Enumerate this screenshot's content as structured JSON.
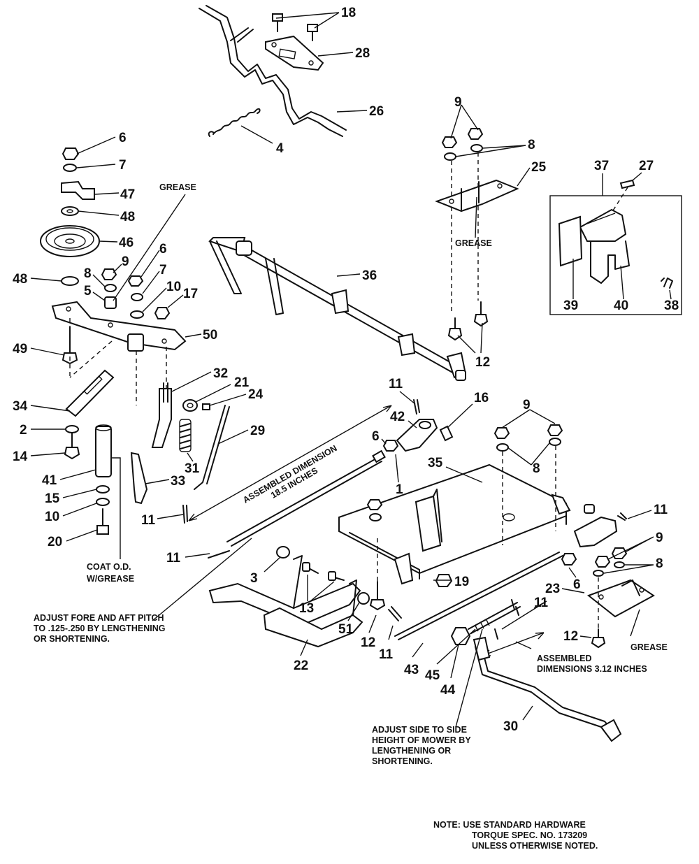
{
  "callouts": {
    "n1": "1",
    "n2": "2",
    "n3": "3",
    "n4": "4",
    "n5": "5",
    "n6a": "6",
    "n6b": "6",
    "n6c": "6",
    "n6d": "6",
    "n7a": "7",
    "n7b": "7",
    "n8a": "8",
    "n8b": "8",
    "n8c": "8",
    "n8d": "8",
    "n9a": "9",
    "n9b": "9",
    "n9c": "9",
    "n9d": "9",
    "n10a": "10",
    "n10b": "10",
    "n11a": "11",
    "n11b": "11",
    "n11c": "11",
    "n11d": "11",
    "n11e": "11",
    "n11f": "11",
    "n12a": "12",
    "n12b": "12",
    "n12c": "12",
    "n13": "13",
    "n14": "14",
    "n15": "15",
    "n16": "16",
    "n17": "17",
    "n18": "18",
    "n19": "19",
    "n20": "20",
    "n21": "21",
    "n22": "22",
    "n23": "23",
    "n24": "24",
    "n25": "25",
    "n26": "26",
    "n27": "27",
    "n28": "28",
    "n29": "29",
    "n30": "30",
    "n31": "31",
    "n32": "32",
    "n33": "33",
    "n34": "34",
    "n35": "35",
    "n36": "36",
    "n37": "37",
    "n38": "38",
    "n39": "39",
    "n40": "40",
    "n41": "41",
    "n42": "42",
    "n43": "43",
    "n44": "44",
    "n45": "45",
    "n46": "46",
    "n47": "47",
    "n48a": "48",
    "n48b": "48",
    "n49": "49",
    "n50": "50",
    "n51": "51"
  },
  "labels": {
    "grease_1": "GREASE",
    "grease_2": "GREASE",
    "grease_3": "GREASE",
    "assembled_dim_1_line1": "ASSEMBLED DIMENSION",
    "assembled_dim_1_line2": "18.5 INCHES",
    "coat_line1": "COAT O.D.",
    "coat_line2": "W/GREASE",
    "adjust_fore_line1": "ADJUST FORE AND AFT PITCH",
    "adjust_fore_line2": "TO .125-.250 BY LENGTHENING",
    "adjust_fore_line3": "OR SHORTENING.",
    "assembled_dim_2_line1": "ASSEMBLED",
    "assembled_dim_2_line2": "DIMENSIONS 3.12 INCHES",
    "adjust_side_line1": "ADJUST SIDE TO SIDE",
    "adjust_side_line2": "HEIGHT OF MOWER BY",
    "adjust_side_line3": "LENGTHENING OR",
    "adjust_side_line4": "SHORTENING.",
    "note_line1": "NOTE:  USE STANDARD HARDWARE",
    "note_line2": "TORQUE SPEC. NO. 173209",
    "note_line3": "UNLESS OTHERWISE NOTED."
  }
}
